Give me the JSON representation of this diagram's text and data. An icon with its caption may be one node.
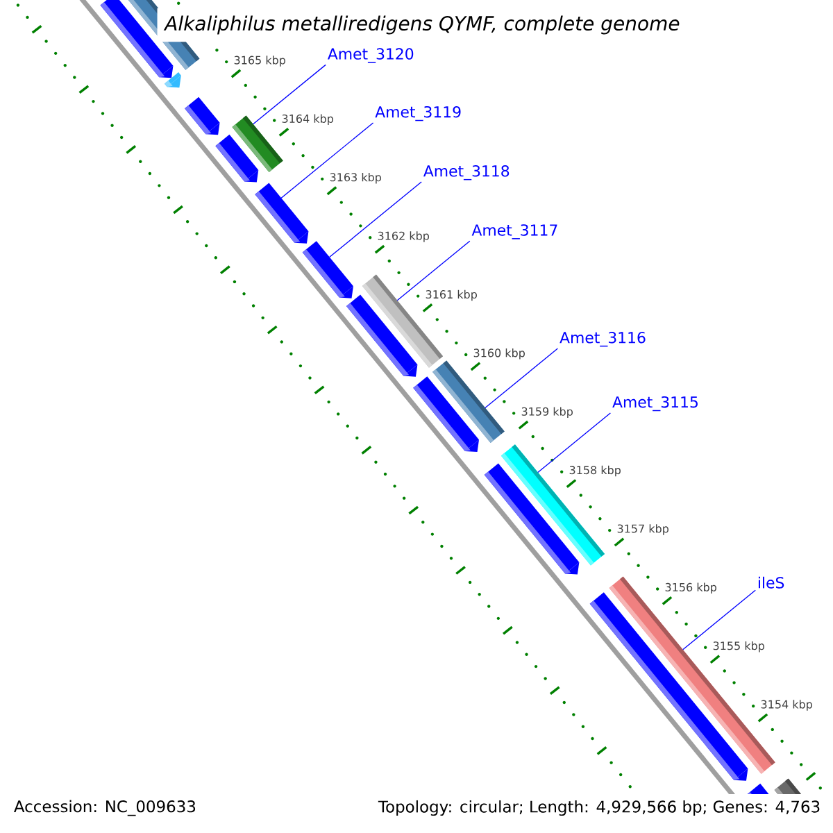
{
  "diagram": {
    "title": "Alkaliphilus metalliredigens QYMF, complete genome",
    "nodes": [
      {
        "text": [
          "Amet_3120"
        ]
      },
      {
        "text": [
          "Amet_3119"
        ]
      },
      {
        "text": [
          "Amet_3118"
        ]
      },
      {
        "text": [
          "Amet_3117"
        ]
      },
      {
        "text": [
          "Amet_3116"
        ]
      },
      {
        "text": [
          "Amet_3115"
        ]
      },
      {
        "text": [
          "ileS"
        ]
      },
      {
        "text": [],
        "shape": "bar"
      },
      {
        "text": [],
        "shape": "pentagon"
      },
      {
        "text": [],
        "shape": "pentagon"
      },
      {
        "text": [],
        "shape": "pentagon"
      },
      {
        "text": [],
        "shape": "bar"
      },
      {
        "text": [],
        "shape": "pentagon"
      },
      {
        "text": [],
        "shape": "pentagon"
      },
      {
        "text": [],
        "shape": "pentagon"
      },
      {
        "text": [],
        "shape": "bar"
      },
      {
        "text": [],
        "shape": "pentagon"
      },
      {
        "text": [],
        "shape": "bar"
      },
      {
        "text": [],
        "shape": "pentagon"
      },
      {
        "text": [],
        "shape": "bar"
      },
      {
        "text": [],
        "shape": "pentagon"
      },
      {
        "text": [],
        "shape": "bar"
      },
      {
        "text": [],
        "shape": "pentagon"
      },
      {
        "text": [],
        "shape": "bar"
      },
      {
        "text": [],
        "shape": "pentagon"
      }
    ],
    "edges": [
      {
        "from": 0,
        "to": 11,
        "arrow": "none"
      },
      {
        "from": 1,
        "to": 13,
        "arrow": "none"
      },
      {
        "from": 2,
        "to": 14,
        "arrow": "none"
      },
      {
        "from": 3,
        "to": 15,
        "arrow": "none"
      },
      {
        "from": 4,
        "to": 17,
        "arrow": "none"
      },
      {
        "from": 5,
        "to": 19,
        "arrow": "none"
      },
      {
        "from": 6,
        "to": 21,
        "arrow": "none"
      }
    ],
    "labels": [
      "3165 kbp",
      "3164 kbp",
      "3163 kbp",
      "3162 kbp",
      "3161 kbp",
      "3160 kbp",
      "3159 kbp",
      "3158 kbp",
      "3157 kbp",
      "3156 kbp",
      "3155 kbp",
      "3154 kbp",
      "Accession: NC_009633",
      "Topology: circular; Length: 4,929,566 bp; Genes: 4,763"
    ]
  }
}
